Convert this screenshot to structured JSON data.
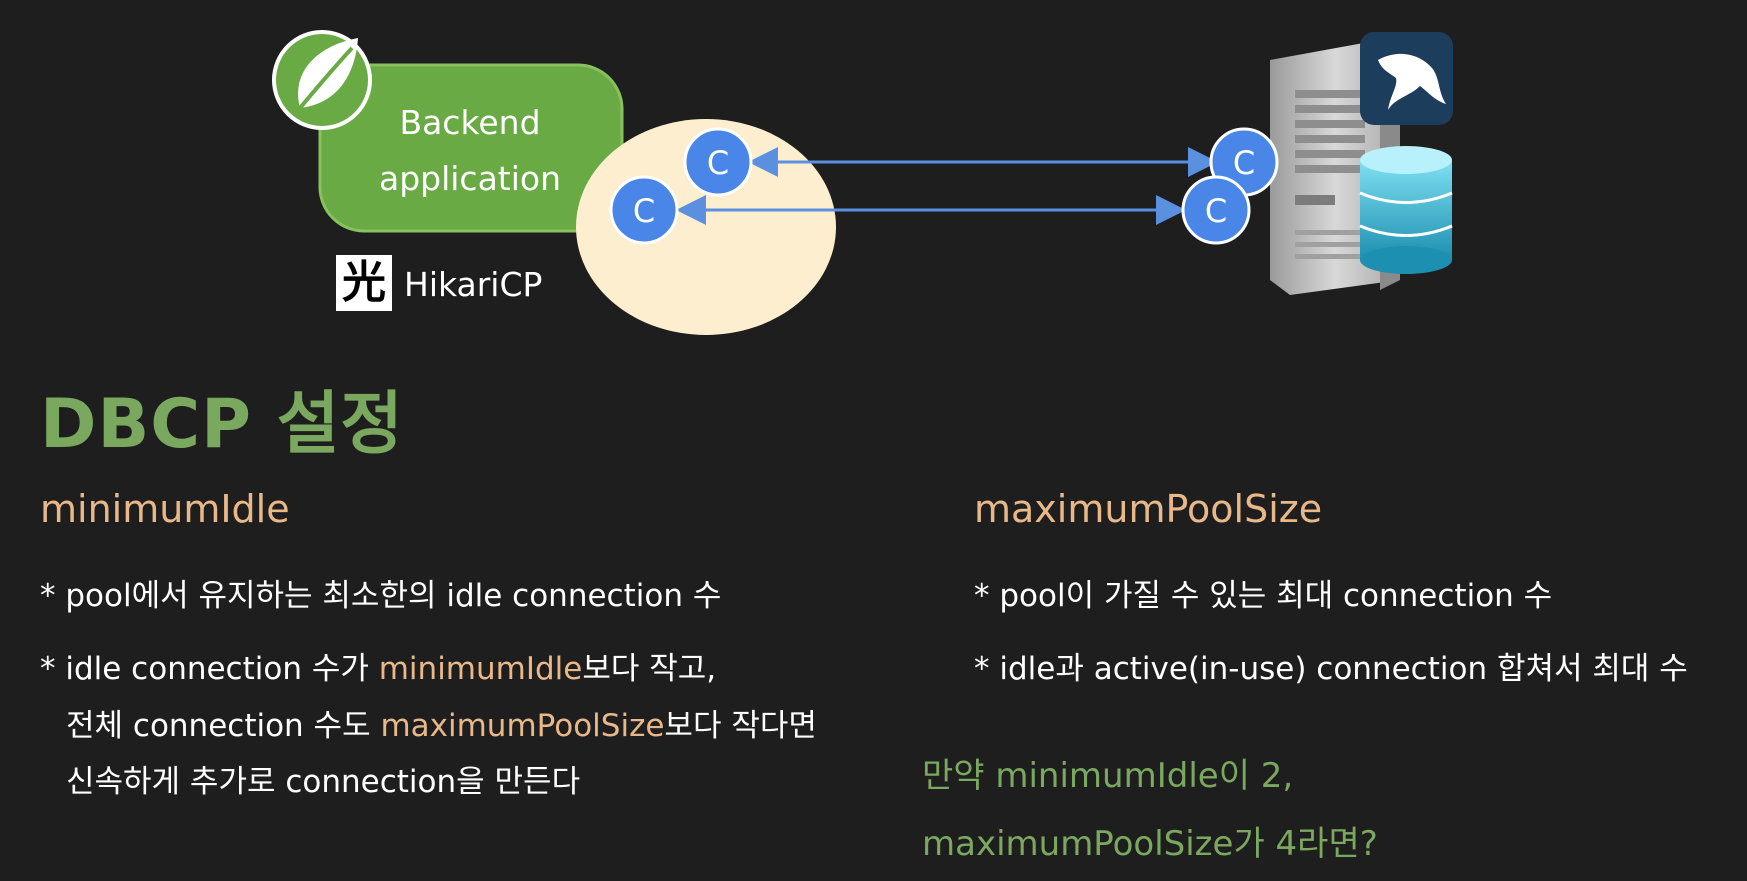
{
  "diagram": {
    "backend_label_line1": "Backend",
    "backend_label_line2": "application",
    "hikari_logo_char": "光",
    "hikari_label": "HikariCP",
    "connection_letter": "C",
    "colors": {
      "spring_green": "#6aaa45",
      "pool_fill": "#fdeed0",
      "connection_fill": "#4a86e8",
      "arrow": "#5b8fe0",
      "server": "#c4c4c4",
      "database": "#2fa7c4",
      "mysql_badge": "#1c3d5c"
    }
  },
  "title": "DBCP 설정",
  "left": {
    "heading": "minimumIdle",
    "bullet1": "* pool에서 유지하는 최소한의 idle connection 수",
    "bullet2": {
      "line1_pre": "* idle connection 수가 ",
      "line1_hl": "minimumIdle",
      "line1_post": "보다 작고,",
      "line2_pre": "전체 connection 수도 ",
      "line2_hl": "maximumPoolSize",
      "line2_post": "보다 작다면",
      "line3": "신속하게 추가로 connection을 만든다"
    }
  },
  "right": {
    "heading": "maximumPoolSize",
    "bullet1": "* pool이 가질 수 있는 최대 connection 수",
    "bullet2": "* idle과 active(in-use) connection 합쳐서 최대 수"
  },
  "question": {
    "line1": "만약 minimumIdle이 2,",
    "line2": "maximumPoolSize가 4라면?"
  }
}
